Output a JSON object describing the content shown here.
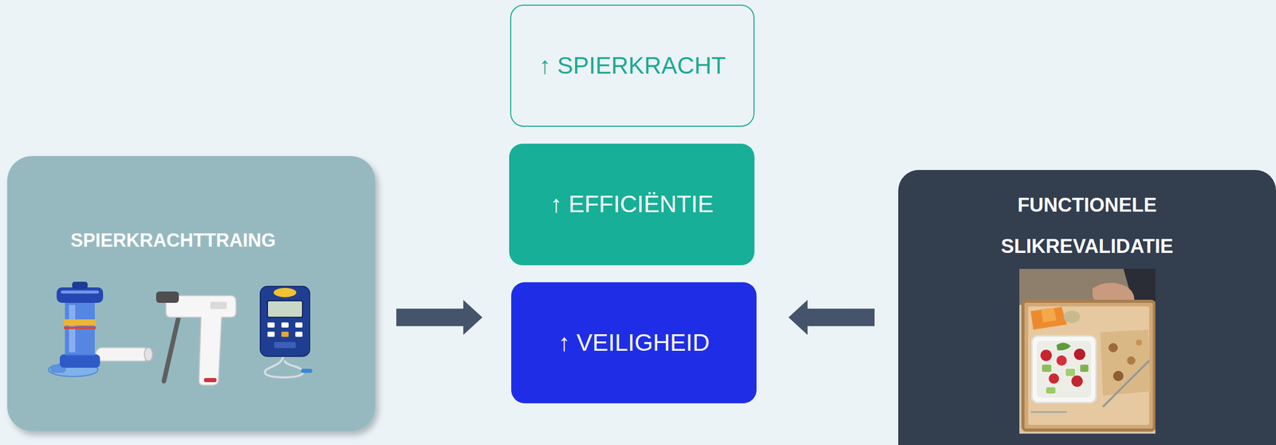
{
  "diagram": {
    "nodes": [
      {
        "text": [
          "↑ SPIERKRACHT"
        ]
      },
      {
        "text": [
          "↑ EFFICIËNTIE"
        ]
      },
      {
        "text": [
          "SPIERKRACHTTRAING"
        ]
      },
      {
        "text": [
          "↑ VEILIGHEID"
        ]
      },
      {
        "text": [
          "FUNCTIONELE SLIKREVALIDATIE"
        ]
      }
    ],
    "edges": [
      {
        "from": 2,
        "to": 3,
        "arrow": "to"
      },
      {
        "from": 4,
        "to": 3,
        "arrow": "to"
      }
    ]
  }
}
